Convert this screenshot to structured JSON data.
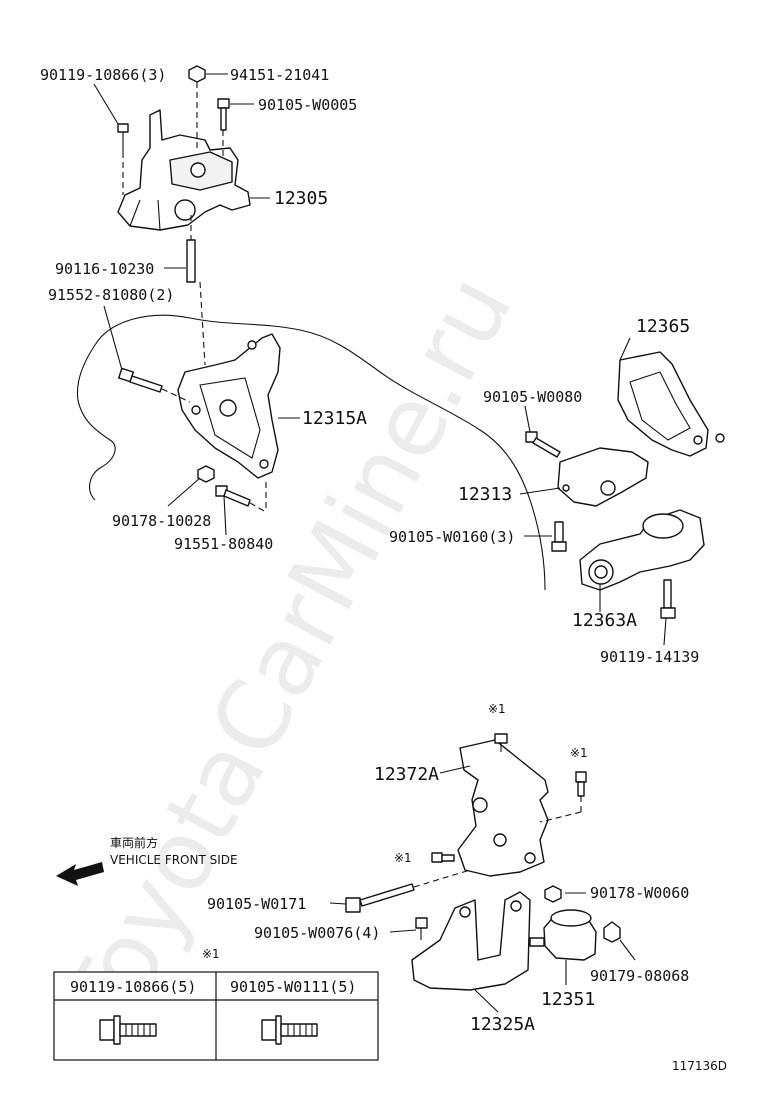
{
  "watermark": "ToyotaCarMine.ru",
  "diagram_code": "117136D",
  "labels": {
    "l_90119_10866_3": "90119-10866(3)",
    "l_94151_21041": "94151-21041",
    "l_90105_w0005": "90105-W0005",
    "l_12305": "12305",
    "l_90116_10230": "90116-10230",
    "l_91552_81080_2": "91552-81080(2)",
    "l_12315a": "12315A",
    "l_90178_10028": "90178-10028",
    "l_91551_80840": "91551-80840",
    "l_12365": "12365",
    "l_90105_w0080": "90105-W0080",
    "l_12313": "12313",
    "l_90105_w0160_3": "90105-W0160(3)",
    "l_12363a": "12363A",
    "l_90119_14139": "90119-14139",
    "l_12372a": "12372A",
    "l_90105_w0171": "90105-W0171",
    "l_90105_w0076_4": "90105-W0076(4)",
    "l_90178_w0060": "90178-W0060",
    "l_90179_08068": "90179-08068",
    "l_12351": "12351",
    "l_12325a": "12325A"
  },
  "ref_marks": {
    "mark_a": "※1",
    "mark_b": "※1",
    "mark_c": "※1",
    "mark_table": "※1"
  },
  "front_note": {
    "jp": "車両前方",
    "en": "VEHICLE FRONT SIDE"
  },
  "legend_table": {
    "col1": "90119-10866(5)",
    "col2": "90105-W0111(5)"
  }
}
